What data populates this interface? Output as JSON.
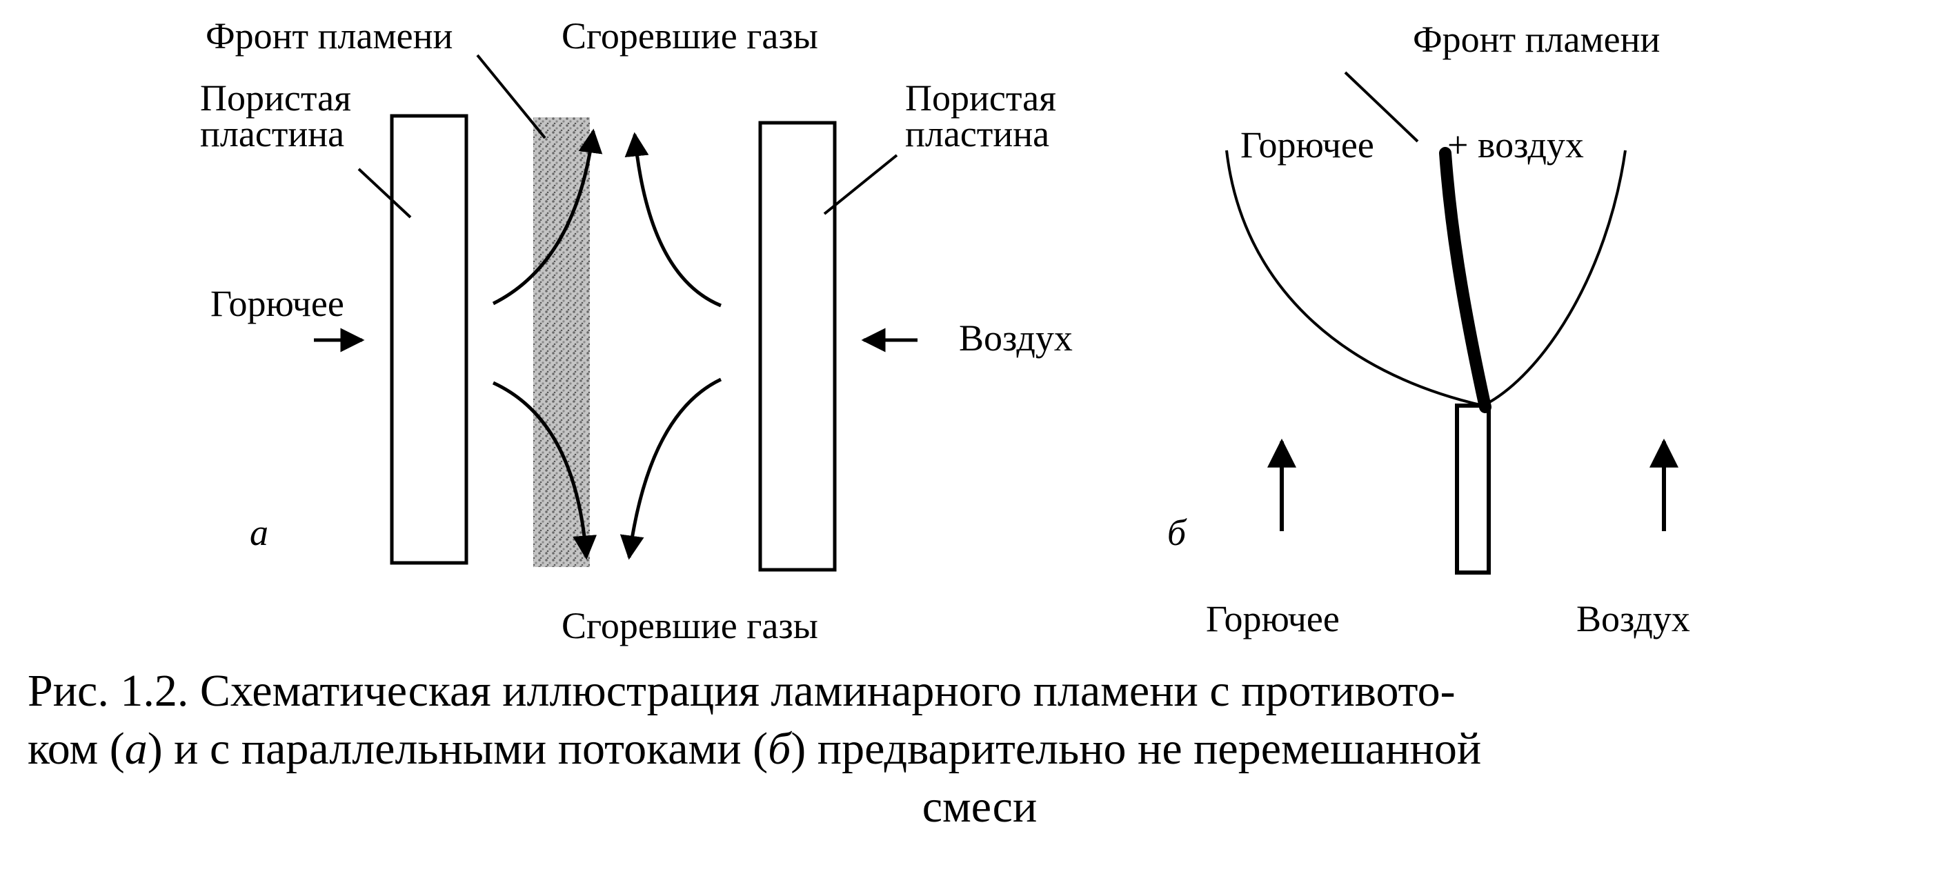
{
  "panel_a": {
    "flame_front": "Фронт пламени",
    "burned_gases_top": "Сгоревшие газы",
    "burned_gases_bottom": "Сгоревшие газы",
    "porous_plate_left_1": "Пористая",
    "porous_plate_left_2": "пластина",
    "porous_plate_right_1": "Пористая",
    "porous_plate_right_2": "пластина",
    "fuel": "Горючее",
    "air": "Воздух",
    "tag": "а"
  },
  "panel_b": {
    "flame_front": "Фронт пламени",
    "fuel_top": "Горючее",
    "plus_air": "+ воздух",
    "fuel_bottom": "Горючее",
    "air_bottom": "Воздух",
    "tag": "б"
  },
  "caption": {
    "line1": "Рис. 1.2. Схематическая иллюстрация ламинарного пламени с противото-",
    "line2_a": "ком (",
    "letter_a": "а",
    "line2_b": ") и с параллельными потоками (",
    "letter_b": "б",
    "line2_c": ") предварительно не перемешанной",
    "line3": "смеси"
  }
}
